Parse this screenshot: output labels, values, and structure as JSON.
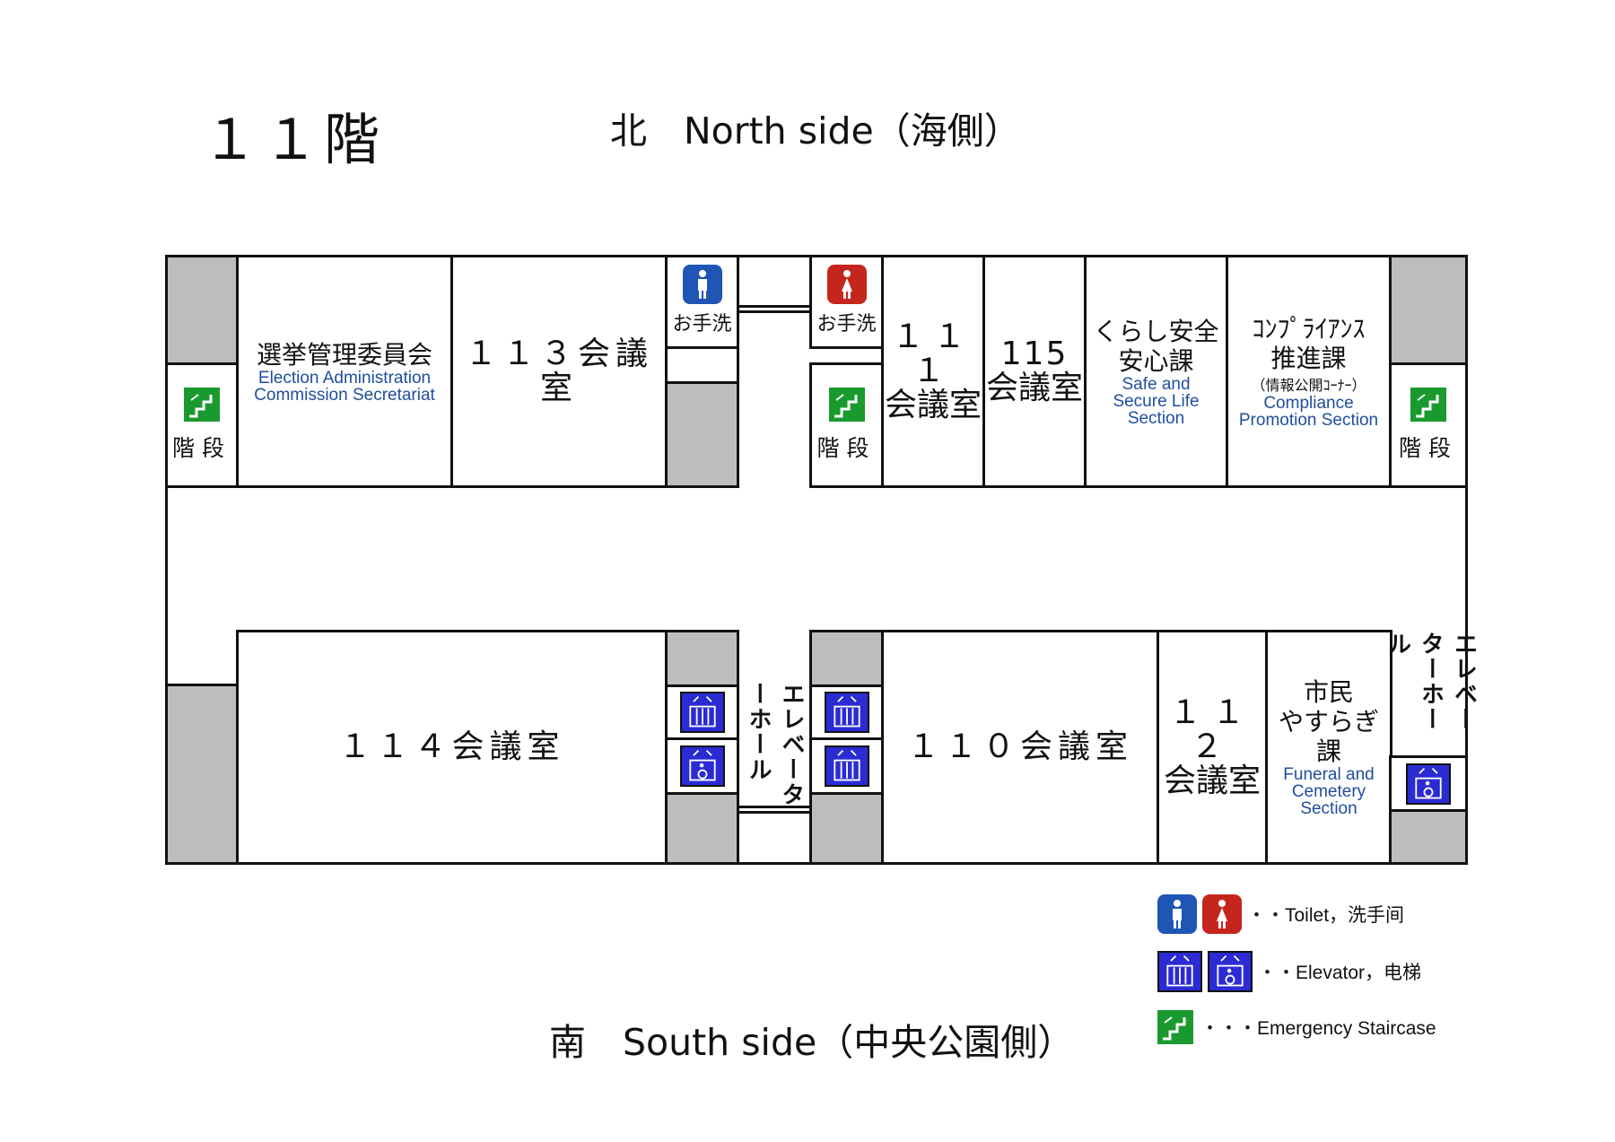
{
  "header": {
    "floor": "１１階",
    "north": "北　North side（海側）",
    "south": "南　South side（中央公園側）"
  },
  "rooms": {
    "election": {
      "jp": "選挙管理委員会",
      "en1": "Election Administration",
      "en2": "Commission Secretariat"
    },
    "r113": "１１３会議室",
    "r111": {
      "l1": "１１１",
      "l2": "会議室"
    },
    "r115": {
      "l1": "115",
      "l2": "会議室"
    },
    "safe": {
      "jp1": "くらし安全",
      "jp2": "安心課",
      "en1": "Safe and",
      "en2": "Secure Life",
      "en3": "Section"
    },
    "compliance": {
      "jp1": "ｺﾝﾌﾟﾗｲｱﾝｽ",
      "jp2": "推進課",
      "jp3": "（情報公開ｺｰﾅｰ）",
      "en1": "Compliance",
      "en2": "Promotion Section"
    },
    "r114": "１１４会議室",
    "r110": "１１０会議室",
    "r112": {
      "l1": "１１２",
      "l2": "会議室"
    },
    "funeral": {
      "jp1": "市民",
      "jp2": "やすらぎ課",
      "en1": "Funeral and",
      "en2": "Cemetery",
      "en3": "Section"
    }
  },
  "labels": {
    "toilet": "お手洗",
    "stairs": "階段",
    "elevator_hall": "エレベーターホール"
  },
  "legend": {
    "toilet": "・・Toilet，洗手间",
    "elevator": "・・Elevator，电梯",
    "stairs": "・・・Emergency Staircase"
  },
  "colors": {
    "men": "#1f56b5",
    "women": "#c4261d",
    "elevator": "#2b2bd3",
    "stairs": "#1a9a2e",
    "shaft": "#bdbdbd",
    "english_text": "#1f4e9e"
  },
  "icons": [
    "men-toilet-icon",
    "women-toilet-icon",
    "elevator-icon",
    "accessible-elevator-icon",
    "stairs-icon"
  ]
}
